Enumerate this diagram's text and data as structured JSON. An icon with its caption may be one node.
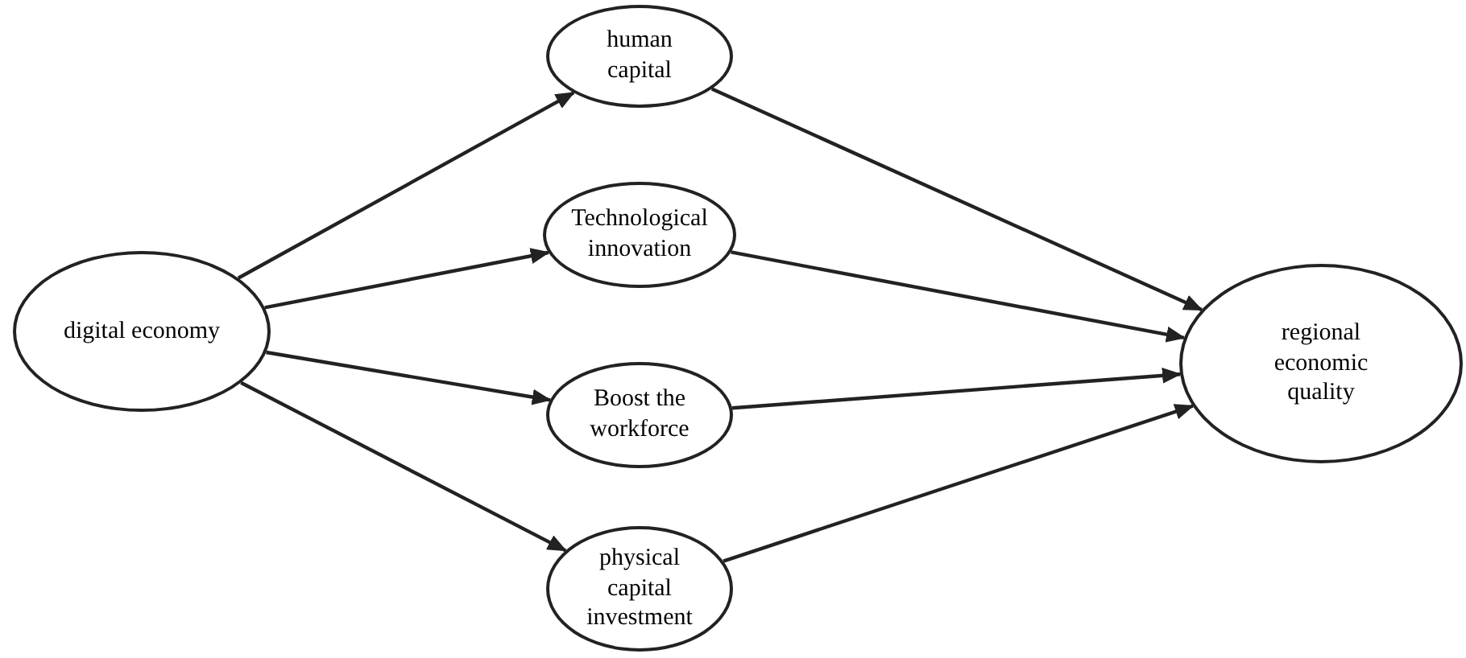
{
  "diagram": {
    "nodes": [
      {
        "text": [
          "digital economy"
        ]
      },
      {
        "text": [
          "human capital"
        ]
      },
      {
        "text": [
          "Technological innovation"
        ]
      },
      {
        "text": [
          "Boost the workforce"
        ]
      },
      {
        "text": [
          "physical capital investment"
        ]
      },
      {
        "text": [
          "regional economic quality"
        ]
      }
    ],
    "edges": [
      {
        "from": 0,
        "to": 1,
        "arrow": "to"
      },
      {
        "from": 0,
        "to": 2,
        "arrow": "to"
      },
      {
        "from": 0,
        "to": 3,
        "arrow": "to"
      },
      {
        "from": 0,
        "to": 4,
        "arrow": "to"
      },
      {
        "from": 1,
        "to": 5,
        "arrow": "to"
      },
      {
        "from": 2,
        "to": 5,
        "arrow": "to"
      },
      {
        "from": 3,
        "to": 5,
        "arrow": "to"
      },
      {
        "from": 4,
        "to": 5,
        "arrow": "to"
      }
    ]
  }
}
